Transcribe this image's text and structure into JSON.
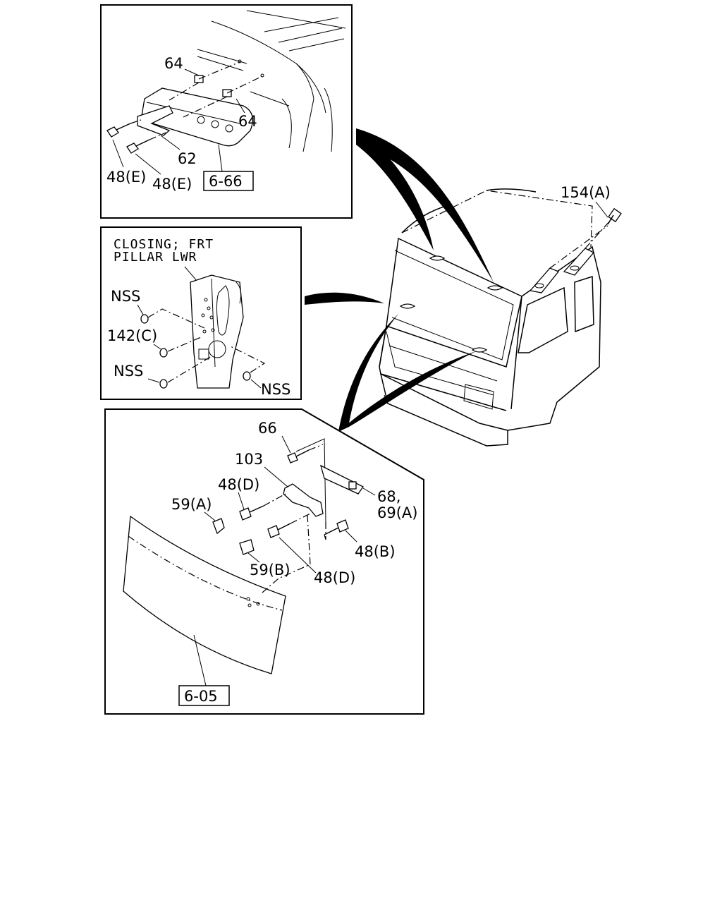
{
  "top_box": {
    "labels": {
      "nut_upper": "64",
      "nut_right": "64",
      "bracket": "62",
      "bolt_left": "48(E)",
      "bolt_right": "48(E)",
      "ref": "6-66"
    }
  },
  "middle_box": {
    "caption_line1": "CLOSING; FRT",
    "caption_line2": "PILLAR LWR",
    "labels": {
      "nss_top": "NSS",
      "plug": "142(C)",
      "nss_left": "NSS",
      "nss_right": "NSS"
    }
  },
  "bottom_box": {
    "labels": {
      "bolt_66": "66",
      "bracket_103": "103",
      "bolt_48d_upper": "48(D)",
      "clip_59a": "59(A)",
      "parts_68_line1": "68,",
      "parts_68_line2": "69(A)",
      "bolt_48b": "48(B)",
      "clip_59b": "59(B)",
      "bolt_48d_lower": "48(D)",
      "ref": "6-05"
    }
  },
  "cab": {
    "labels": {
      "part_154": "154(A)"
    }
  },
  "icons": [
    "cab-illustration",
    "bolt-icon",
    "nut-icon",
    "clip-icon",
    "grommet-icon",
    "callout-arrow"
  ]
}
